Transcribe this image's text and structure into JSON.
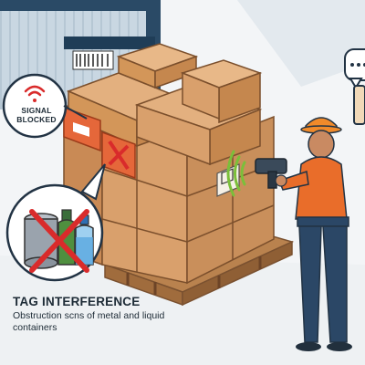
{
  "callout_signal": {
    "line1": "SIGNAL",
    "line2": "BLOCKED"
  },
  "caption": {
    "title": "TAG INTERFERENCE",
    "description": "Obstruction scns of metal and liquid containers"
  },
  "icons": {
    "signal": "wifi-blocked-icon",
    "blocked_tag": "red-x-tag-icon",
    "containers": "metal-can-and-bottles-crossed-icon",
    "thought": "speech-bubble-dots-icon",
    "scanner": "handheld-rfid-scanner-icon"
  },
  "colors": {
    "box": "#d9a06c",
    "tag_blocked": "#e5673a",
    "cross": "#d92b2b",
    "shirt": "#e96d2a",
    "trousers": "#2b4766",
    "signal_wave": "#7bbf3a"
  }
}
